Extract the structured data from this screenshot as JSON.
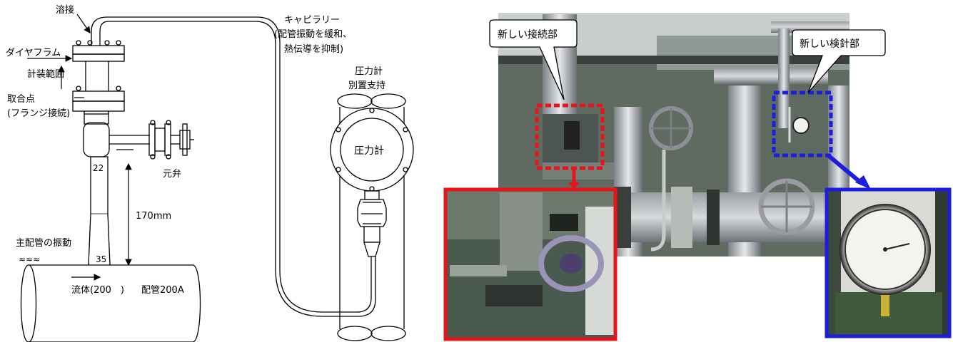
{
  "diagram": {
    "weld": "溶接",
    "diaphragm": "ダイヤフラム",
    "instrument_scope": "計装範囲",
    "tap_point": "取合点",
    "flange_connection": "(フランジ接続)",
    "dim_22": "22",
    "dim_35": "35",
    "root_valve": "元弁",
    "length": "170mm",
    "main_pipe_vibration": "主配管の振動",
    "wave": "≈≈≈",
    "flow": "流体(200　)",
    "pipe": "配管200A",
    "capillary_1": "キャピラリー",
    "capillary_2": "(配管振動を緩和、",
    "capillary_3": "熱伝導を抑制)",
    "gauge_support_1": "圧力計",
    "gauge_support_2": "別置支持",
    "gauge": "圧力計"
  },
  "photo": {
    "new_connection": "新しい接続部",
    "new_gauge": "新しい検針部"
  },
  "colors": {
    "red": "#e8141c",
    "blue": "#1d1de0"
  }
}
